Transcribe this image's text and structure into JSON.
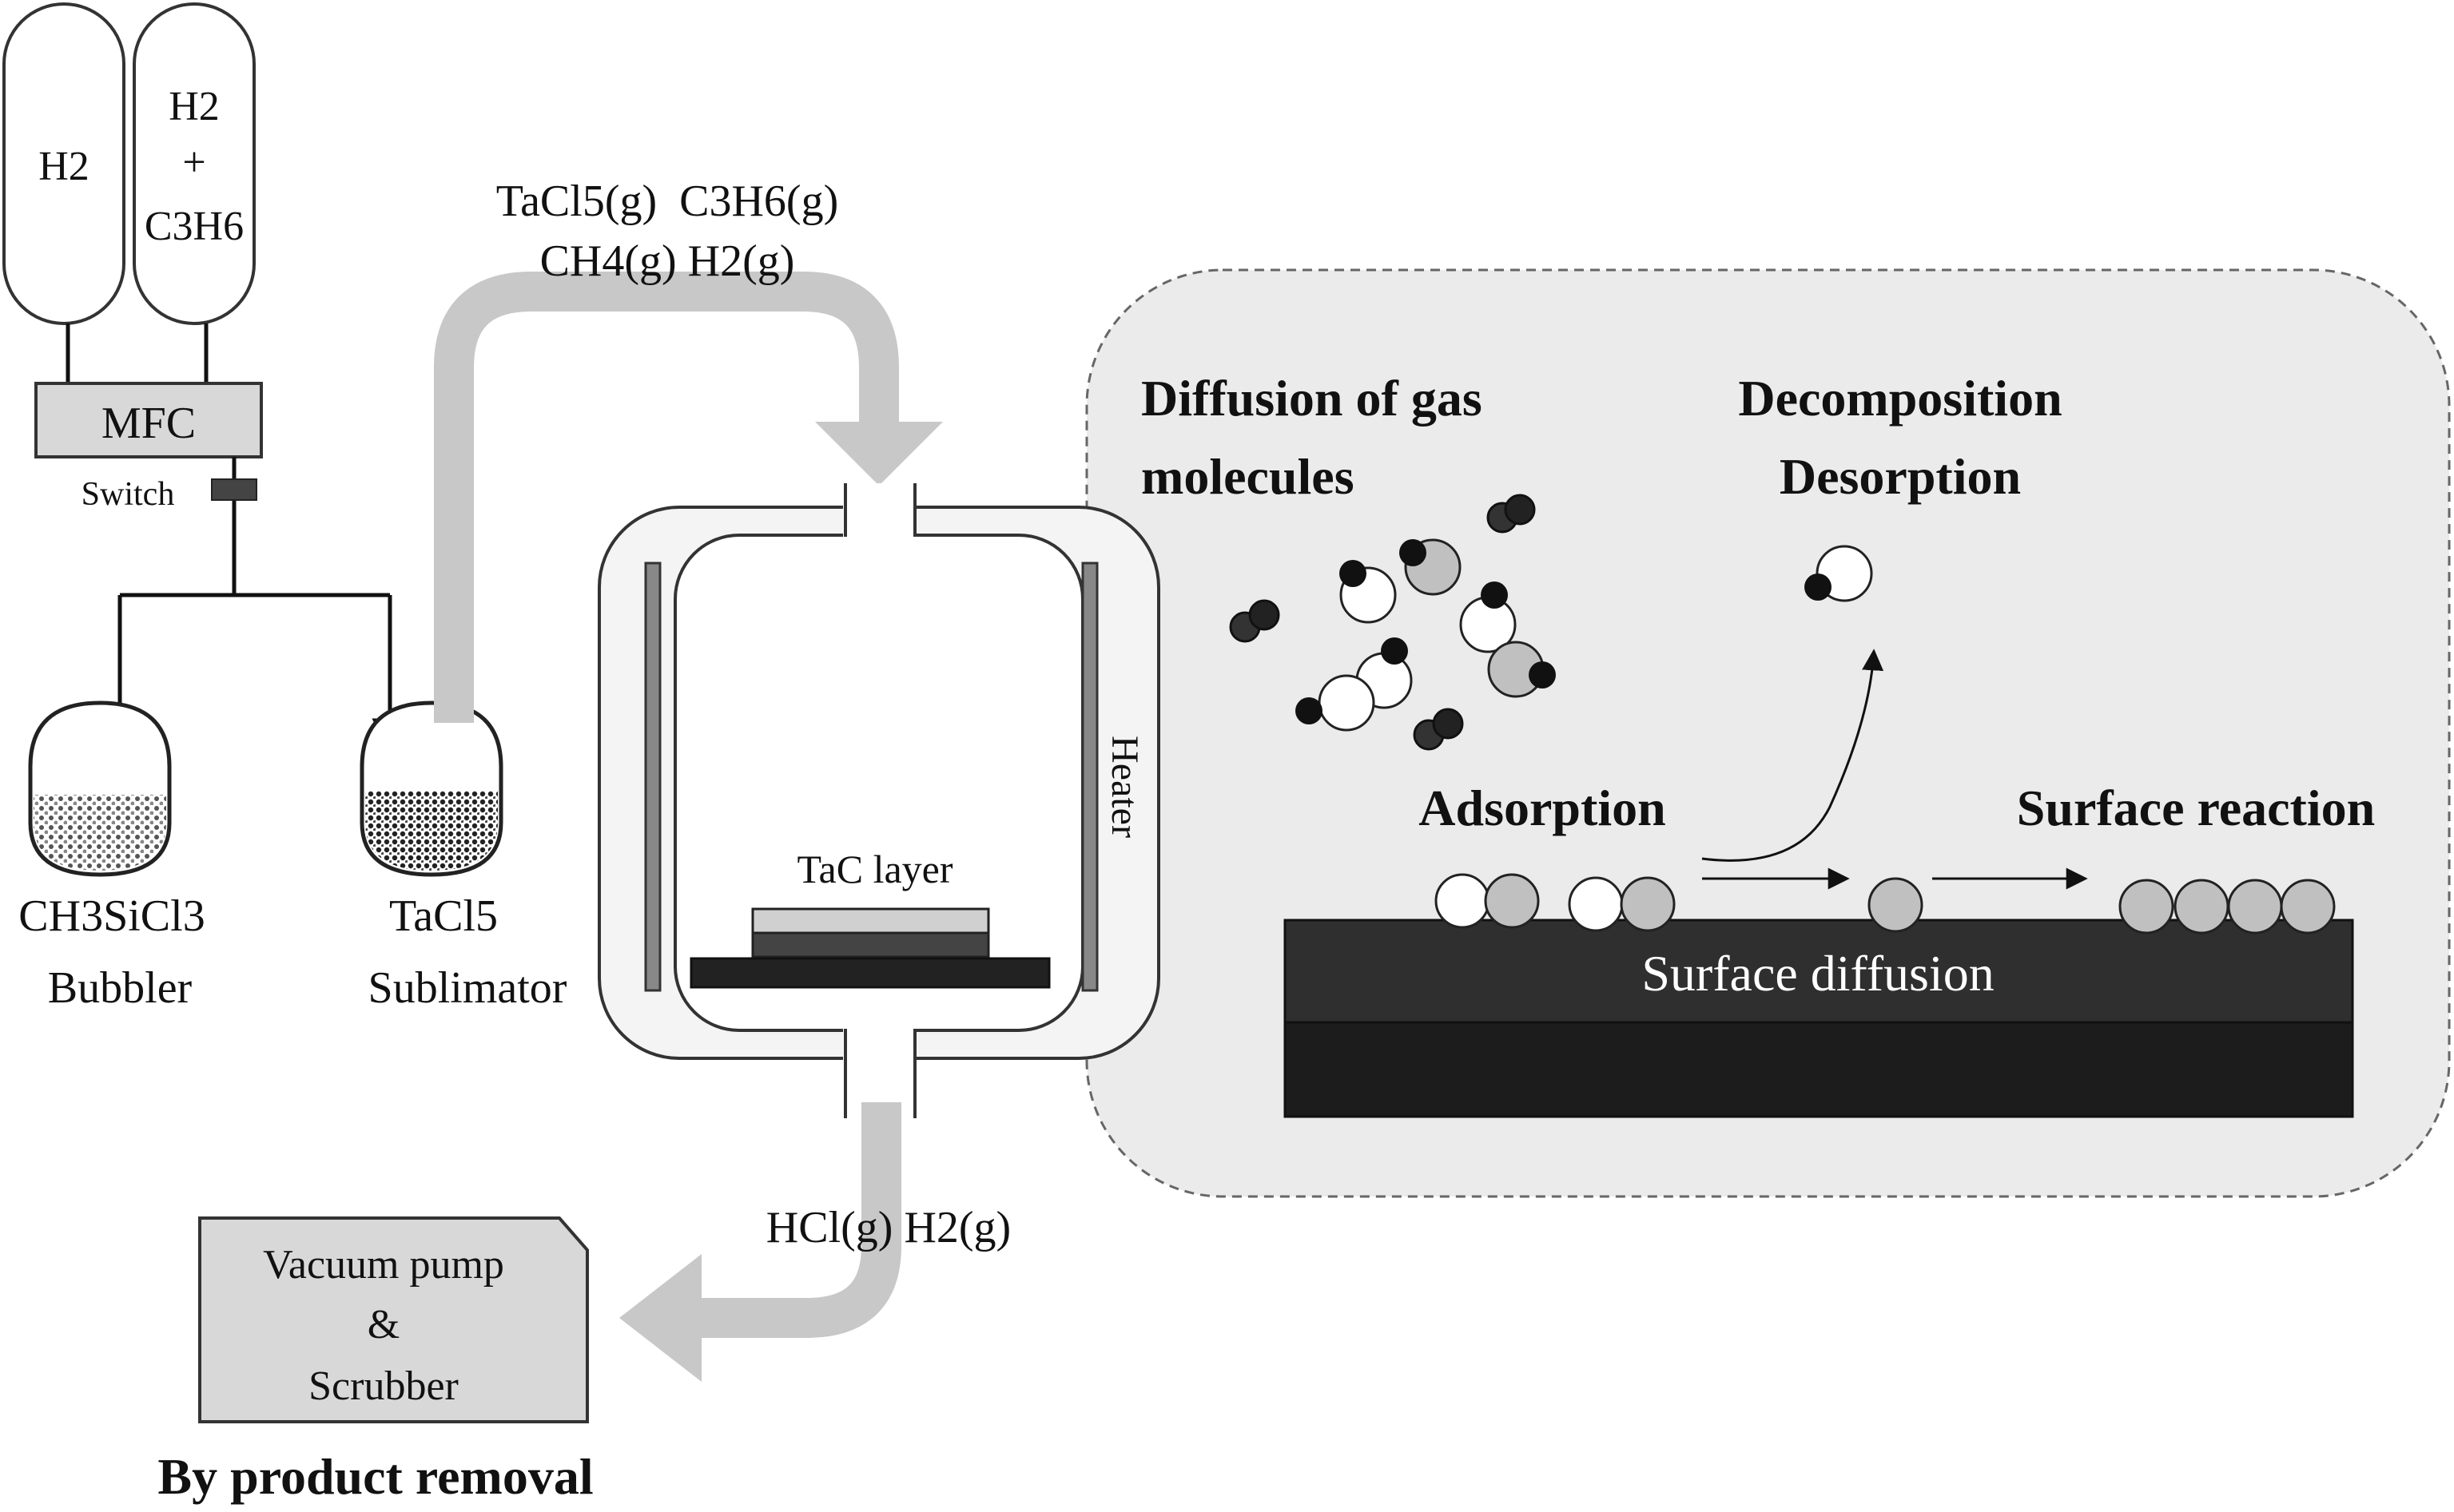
{
  "cylinders": {
    "left_label": "H2",
    "right_line1": "H2",
    "right_line2": "+",
    "right_line3": "C3H6"
  },
  "mfc_label": "MFC",
  "switch_label": "Switch",
  "bubbler": {
    "formula": "CH3SiCl3",
    "name": "Bubbler"
  },
  "sublimator": {
    "formula": "TaCl5",
    "name": "Sublimator"
  },
  "inlet_gases": {
    "line1": "TaCl5(g)  C3H6(g)",
    "line2": "CH4(g) H2(g)"
  },
  "reactor": {
    "heater_label": "Heater",
    "layer_label": "TaC layer"
  },
  "outlet_gases": "HCl(g) H2(g)",
  "pump": {
    "line1": "Vacuum pump",
    "line2": "&",
    "line3": "Scrubber"
  },
  "byproduct_label": "By product removal",
  "mechanism": {
    "diffusion_line1": "Diffusion of gas",
    "diffusion_line2": "molecules",
    "decomposition": "Decomposition",
    "desorption": "Desorption",
    "adsorption": "Adsorption",
    "surface_reaction": "Surface reaction",
    "surface_diffusion": "Surface diffusion"
  },
  "colors": {
    "light_gray": "#c8c8c8",
    "panel_gray": "#ebebeb",
    "substrate_dark": "#2f2f2f",
    "substrate_darker": "#1c1c1c"
  }
}
